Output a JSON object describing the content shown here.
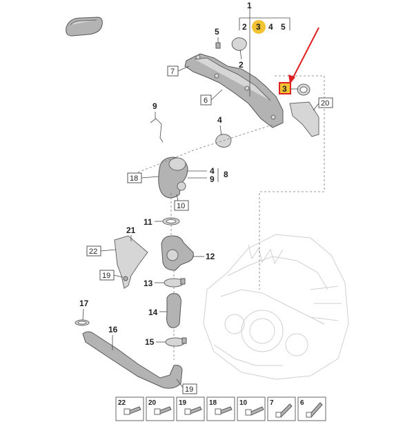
{
  "diagram": {
    "top_group": {
      "main_number": "1",
      "sub_numbers": [
        "2",
        "3",
        "4",
        "5"
      ],
      "highlighted": "3"
    },
    "callouts": {
      "c2": "2",
      "c3_marked": "3",
      "c4a": "4",
      "c4b": "4",
      "c5": "5",
      "c8": "8",
      "c9a": "9",
      "c9b": "9",
      "c11": "11",
      "c12": "12",
      "c13": "13",
      "c14": "14",
      "c15": "15",
      "c16": "16",
      "c17": "17",
      "c21": "21"
    },
    "boxed_labels": {
      "b6": "6",
      "b7": "7",
      "b10": "10",
      "b18": "18",
      "b19a": "19",
      "b19b": "19",
      "b20": "20",
      "b22": "22"
    },
    "fastener_tray": [
      "22",
      "20",
      "19",
      "18",
      "10",
      "7",
      "6"
    ],
    "colors": {
      "highlight_fill": "#f1c232",
      "marker_border": "#e02020",
      "arrow": "#e02020"
    }
  }
}
